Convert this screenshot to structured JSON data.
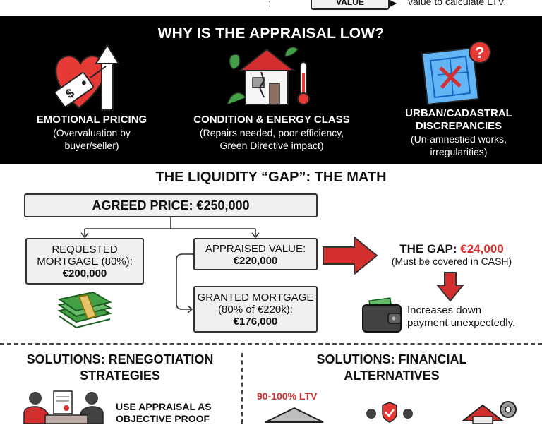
{
  "top": {
    "box_label": "VALUE",
    "note": "value to calculate LTV."
  },
  "band": {
    "title": "WHY IS THE APPRAISAL LOW?",
    "columns": [
      {
        "title": "EMOTIONAL PRICING",
        "sub1": "(Overvaluation by",
        "sub2": "buyer/seller)"
      },
      {
        "title": "CONDITION & ENERGY CLASS",
        "sub1": "(Repairs needed, poor efficiency,",
        "sub2": "Green Directive impact)"
      },
      {
        "title1": "URBAN/CADASTRAL",
        "title2": "DISCREPANCIES",
        "sub1": "(Un-amnestied works,",
        "sub2": "irregularities)"
      }
    ]
  },
  "math": {
    "title": "THE LIQUIDITY “GAP”: THE MATH",
    "agreed": "AGREED PRICE: €250,000",
    "requested": {
      "line1": "REQUESTED",
      "line2": "MORTGAGE (80%):",
      "value": "€200,000"
    },
    "appraised": {
      "line1": "APPRAISED VALUE:",
      "value": "€220,000"
    },
    "granted": {
      "line1": "GRANTED MORTGAGE",
      "line2": "(80% of €220k):",
      "value": "€176,000"
    },
    "gap": {
      "label": "THE GAP:",
      "value": "€24,000",
      "sub": "(Must be covered in CASH)"
    },
    "increase": {
      "line1": "Increases down",
      "line2": "payment unexpectedly."
    }
  },
  "solutions": {
    "left_title1": "SOLUTIONS: RENEGOTIATION",
    "left_title2": "STRATEGIES",
    "left_item1": "USE APPRAISAL AS",
    "left_item2": "OBJECTIVE PROOF",
    "right_title1": "SOLUTIONS: FINANCIAL",
    "right_title2": "ALTERNATIVES",
    "ltv": "90-100% LTV"
  },
  "colors": {
    "accent_red": "#d32f2f",
    "band_bg": "#000000",
    "box_bg": "#f0f0f0"
  }
}
